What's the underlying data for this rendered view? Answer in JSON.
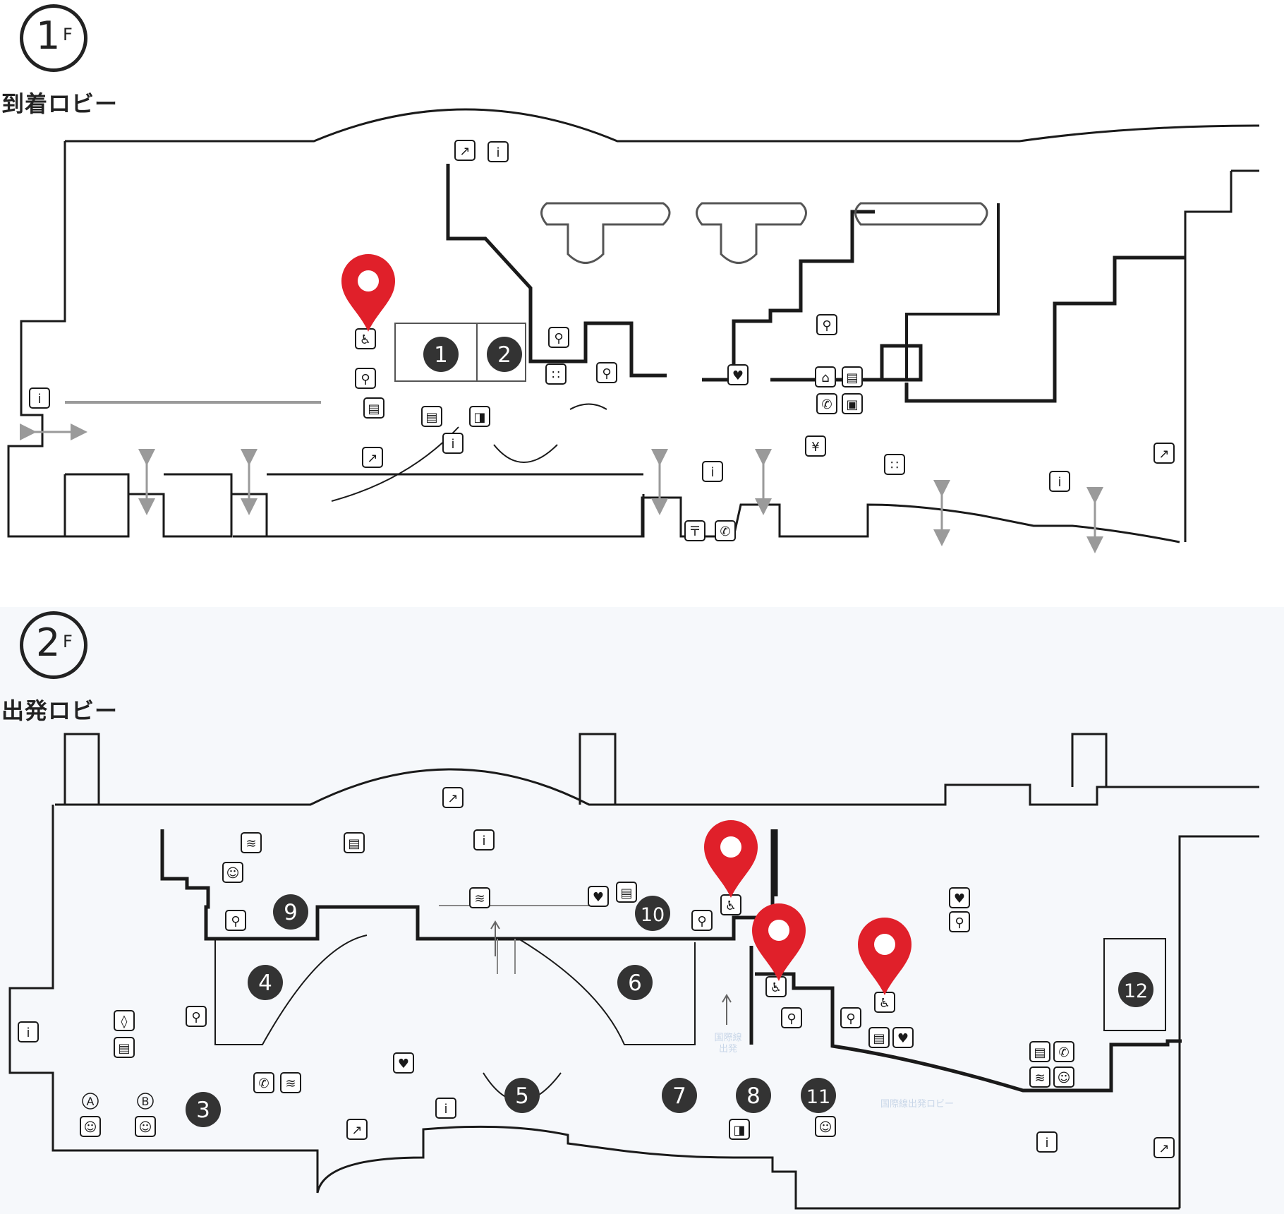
{
  "floors": [
    {
      "badge_number": "1",
      "badge_suffix": "F",
      "title": "到着ロビー",
      "areas": [
        "1",
        "2"
      ],
      "selected_markers": 1
    },
    {
      "badge_number": "2",
      "badge_suffix": "F",
      "title": "出発ロビー",
      "areas": [
        "3",
        "4",
        "5",
        "6",
        "7",
        "8",
        "9",
        "10",
        "11",
        "12"
      ],
      "selected_markers": 3,
      "faint_labels": [
        "国際線\n出発",
        "国際線出発ロビー"
      ]
    }
  ],
  "facility_letters": [
    "A",
    "B"
  ],
  "info_symbol": "i",
  "colors": {
    "wall": "#1a1a1a",
    "area_circle": "#333333",
    "marker": "#e0202a",
    "connector": "#9a9a9a",
    "floor2_bg": "#f6f8fb"
  },
  "icons": [
    "wheelchair-toilet-icon",
    "restroom-icon",
    "escalator-icon",
    "elevator-icon",
    "information-icon",
    "aed-icon",
    "smoking-room-icon",
    "phone-icon",
    "post-icon",
    "atm-icon",
    "baby-care-icon",
    "cloakroom-icon",
    "luggage-icon",
    "locker-icon",
    "water-fountain-icon",
    "tactile-guide-icon",
    "counter-icon"
  ]
}
